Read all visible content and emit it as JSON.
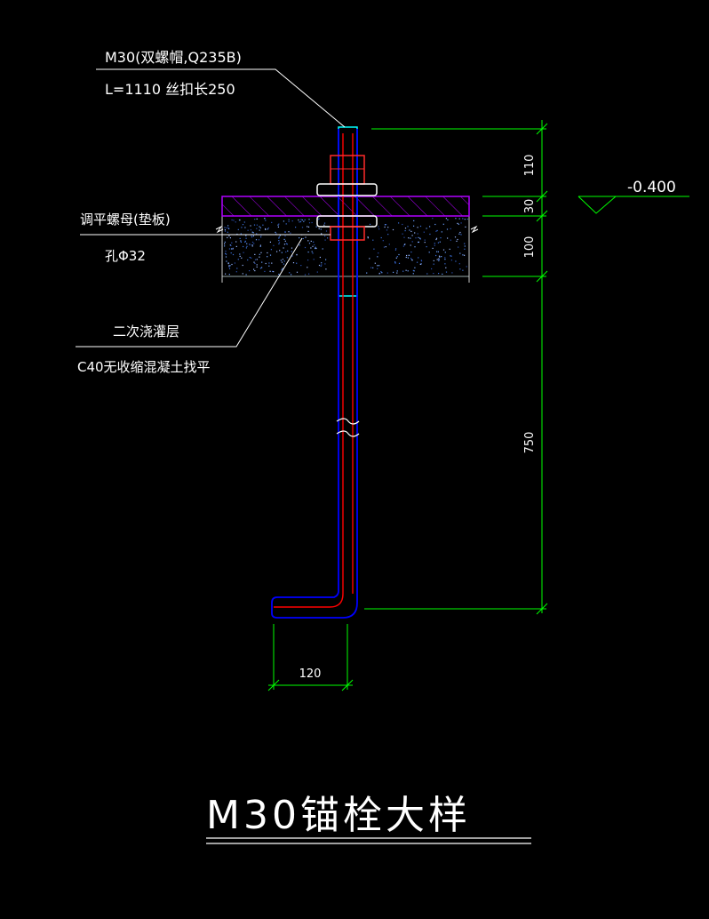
{
  "labels": {
    "bolt_spec": "M30(双螺帽,Q235B)",
    "bolt_length": "L=1110 丝扣长250",
    "leveling_nut": "调平螺母(垫板)",
    "hole": "孔Φ32",
    "grout_layer": "二次浇灌层",
    "grout_spec": "C40无收缩混凝土找平"
  },
  "dimensions": {
    "d_110": "110",
    "d_30": "30",
    "d_100": "100",
    "d_750": "750",
    "d_120": "120"
  },
  "elevation": "-0.400",
  "title": "M30锚栓大样",
  "colors": {
    "background": "#000000",
    "dimension_line": "#00ff00",
    "bolt_outline": "#0000ff",
    "bolt_thread": "#00ffff",
    "bolt_core": "#ff0000",
    "base_plate": "#b000ff",
    "text": "#ffffff"
  }
}
